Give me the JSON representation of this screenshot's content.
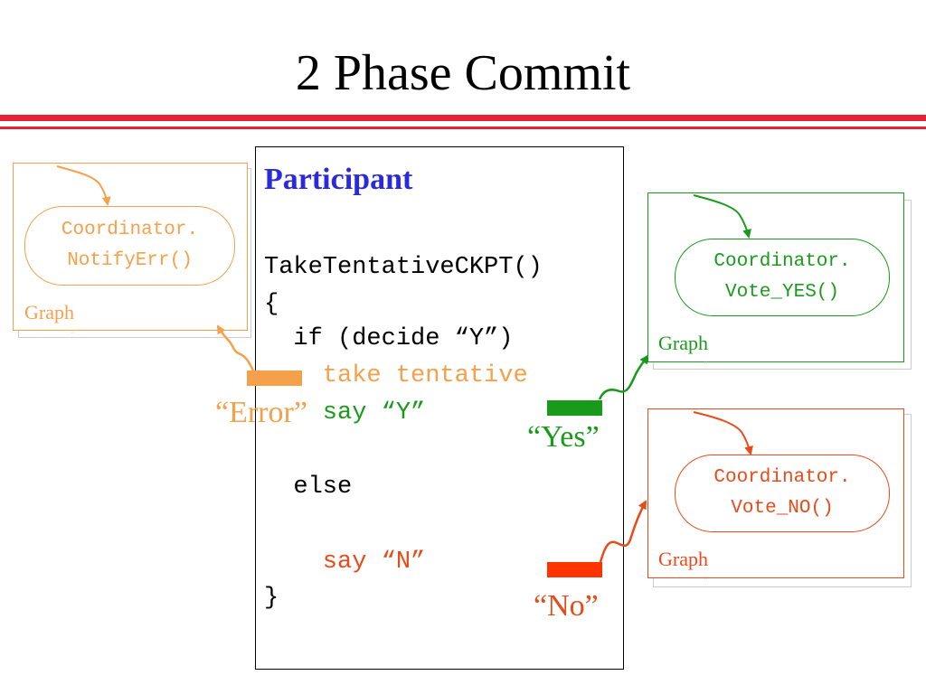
{
  "title": "2 Phase Commit",
  "participant": {
    "title": "Participant",
    "lines": [
      "TakeTentativeCKPT()",
      "{",
      "  if (decide “Y”)",
      "    take tentative",
      "    say “Y”",
      "  else",
      "    say “N”",
      "}"
    ]
  },
  "graphs": {
    "error": {
      "line1": "Coordinator.",
      "line2": "NotifyErr()",
      "label": "Graph",
      "mark": "::"
    },
    "yes": {
      "line1": "Coordinator.",
      "line2": "Vote_YES()",
      "label": "Graph",
      "mark": "::"
    },
    "no": {
      "line1": "Coordinator.",
      "line2": "Vote_NO()",
      "label": "Graph",
      "mark": "::"
    }
  },
  "signals": {
    "error": "“Error”",
    "yes": "“Yes”",
    "no": "“No”"
  },
  "colors": {
    "rule": "#e8203a",
    "title_blue": "#2a2adc",
    "error": "#f5a04a",
    "yes": "#1a9a1a",
    "no": "#e84a1a",
    "no_bar": "#ff3300"
  }
}
